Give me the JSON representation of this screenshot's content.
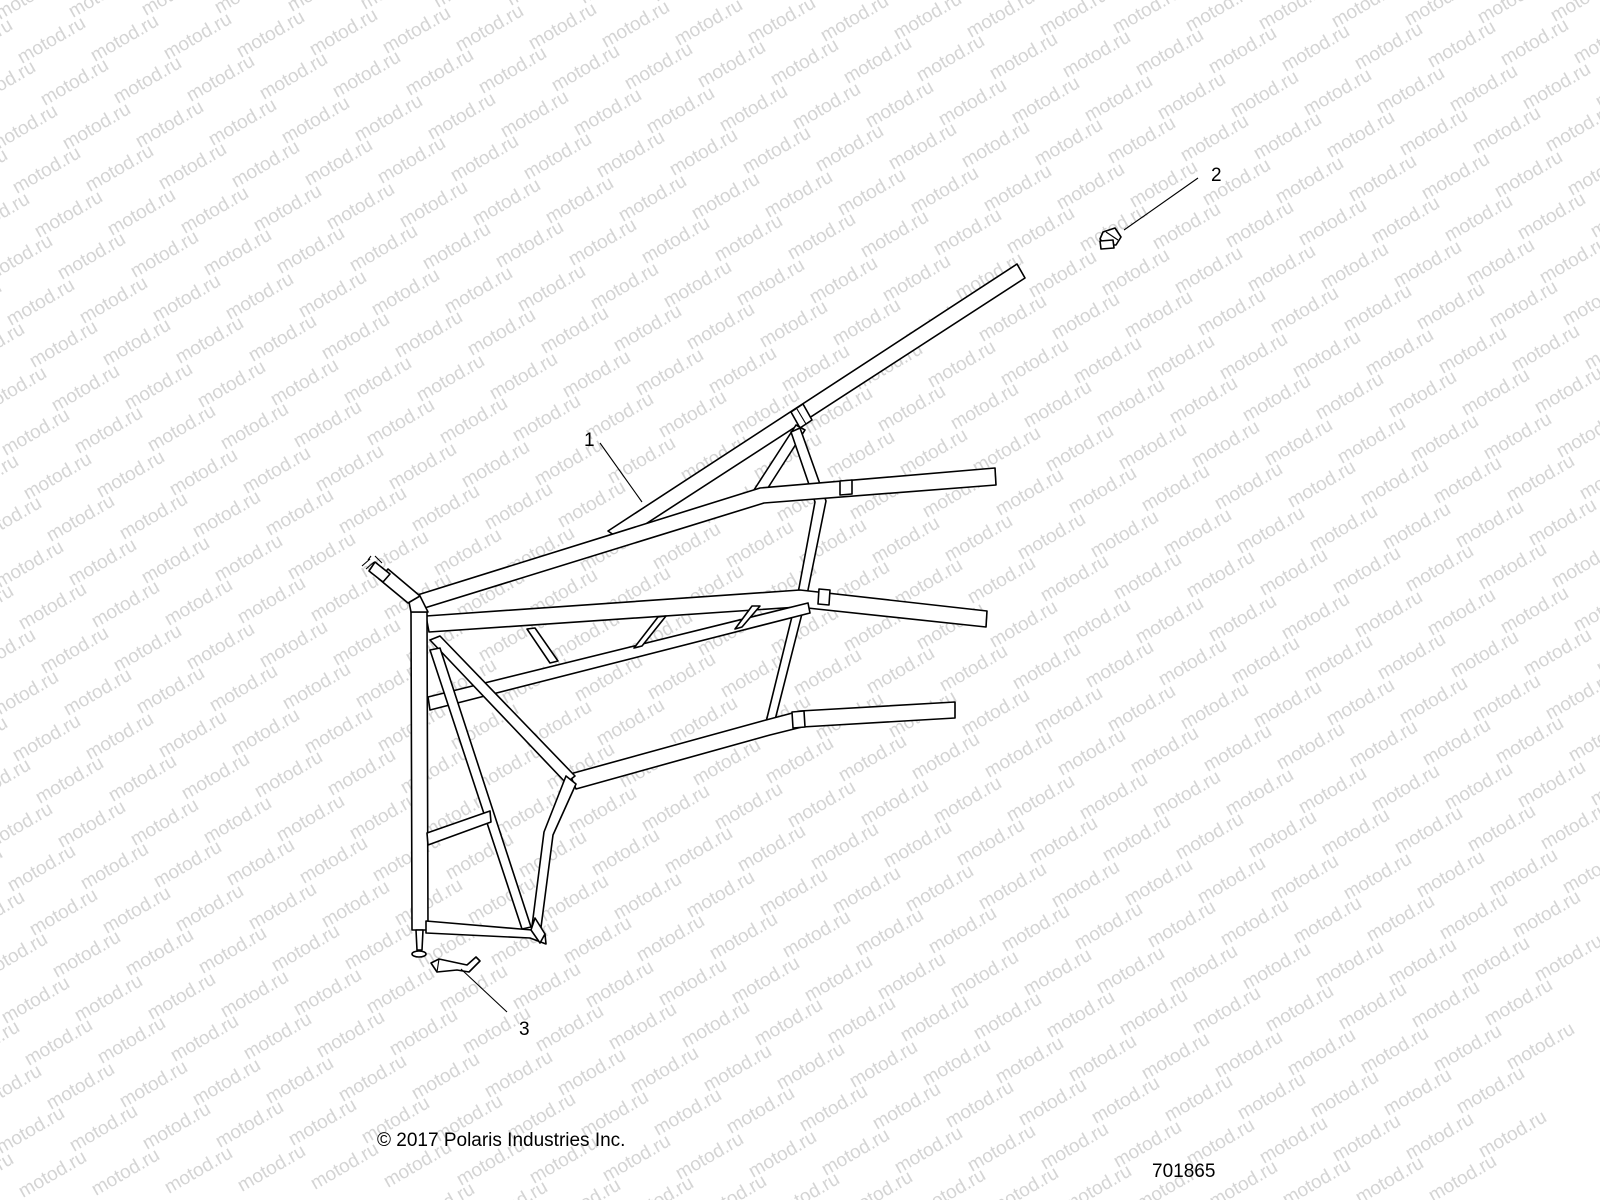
{
  "diagram": {
    "watermark_text": "motod.ru",
    "callouts": [
      {
        "id": "callout-1",
        "label": "1"
      },
      {
        "id": "callout-2",
        "label": "2"
      },
      {
        "id": "callout-3",
        "label": "3"
      }
    ],
    "copyright": "© 2017 Polaris Industries Inc.",
    "figure_id": "701865"
  },
  "colors": {
    "line": "#000000",
    "watermark": "#d4d4d4",
    "background": "#ffffff"
  }
}
